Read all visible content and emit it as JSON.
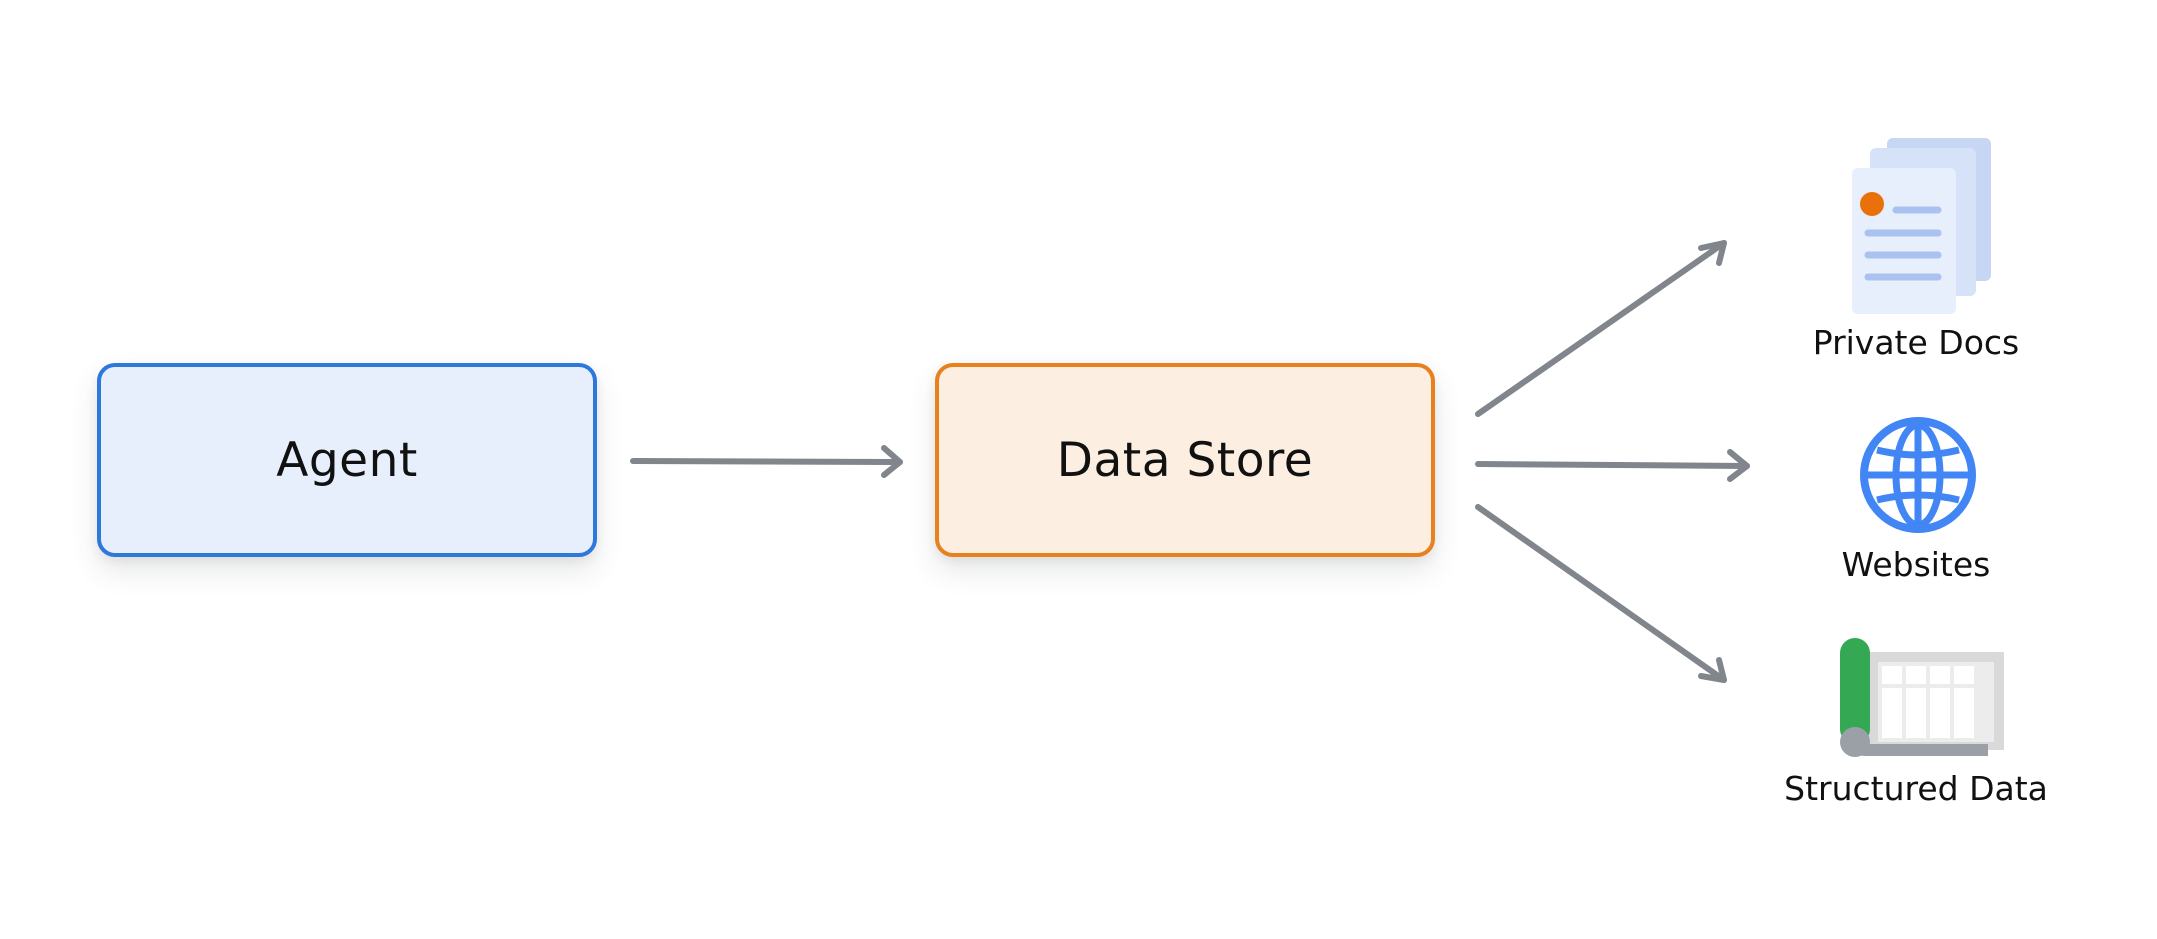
{
  "diagram": {
    "agent": {
      "label": "Agent"
    },
    "data_store": {
      "label": "Data Store"
    },
    "sources": [
      {
        "label": "Private Docs",
        "icon": "document-stack-icon"
      },
      {
        "label": "Websites",
        "icon": "globe-icon"
      },
      {
        "label": "Structured Data",
        "icon": "table-scroll-icon"
      }
    ]
  },
  "colors": {
    "agent_fill": "#e8effc",
    "agent_border": "#2d77dd",
    "store_fill": "#fdeee2",
    "store_border": "#e8801d",
    "arrow": "#80868b",
    "globe": "#4285f4",
    "doc_dot": "#e8710a",
    "table_spine": "#34a853"
  }
}
